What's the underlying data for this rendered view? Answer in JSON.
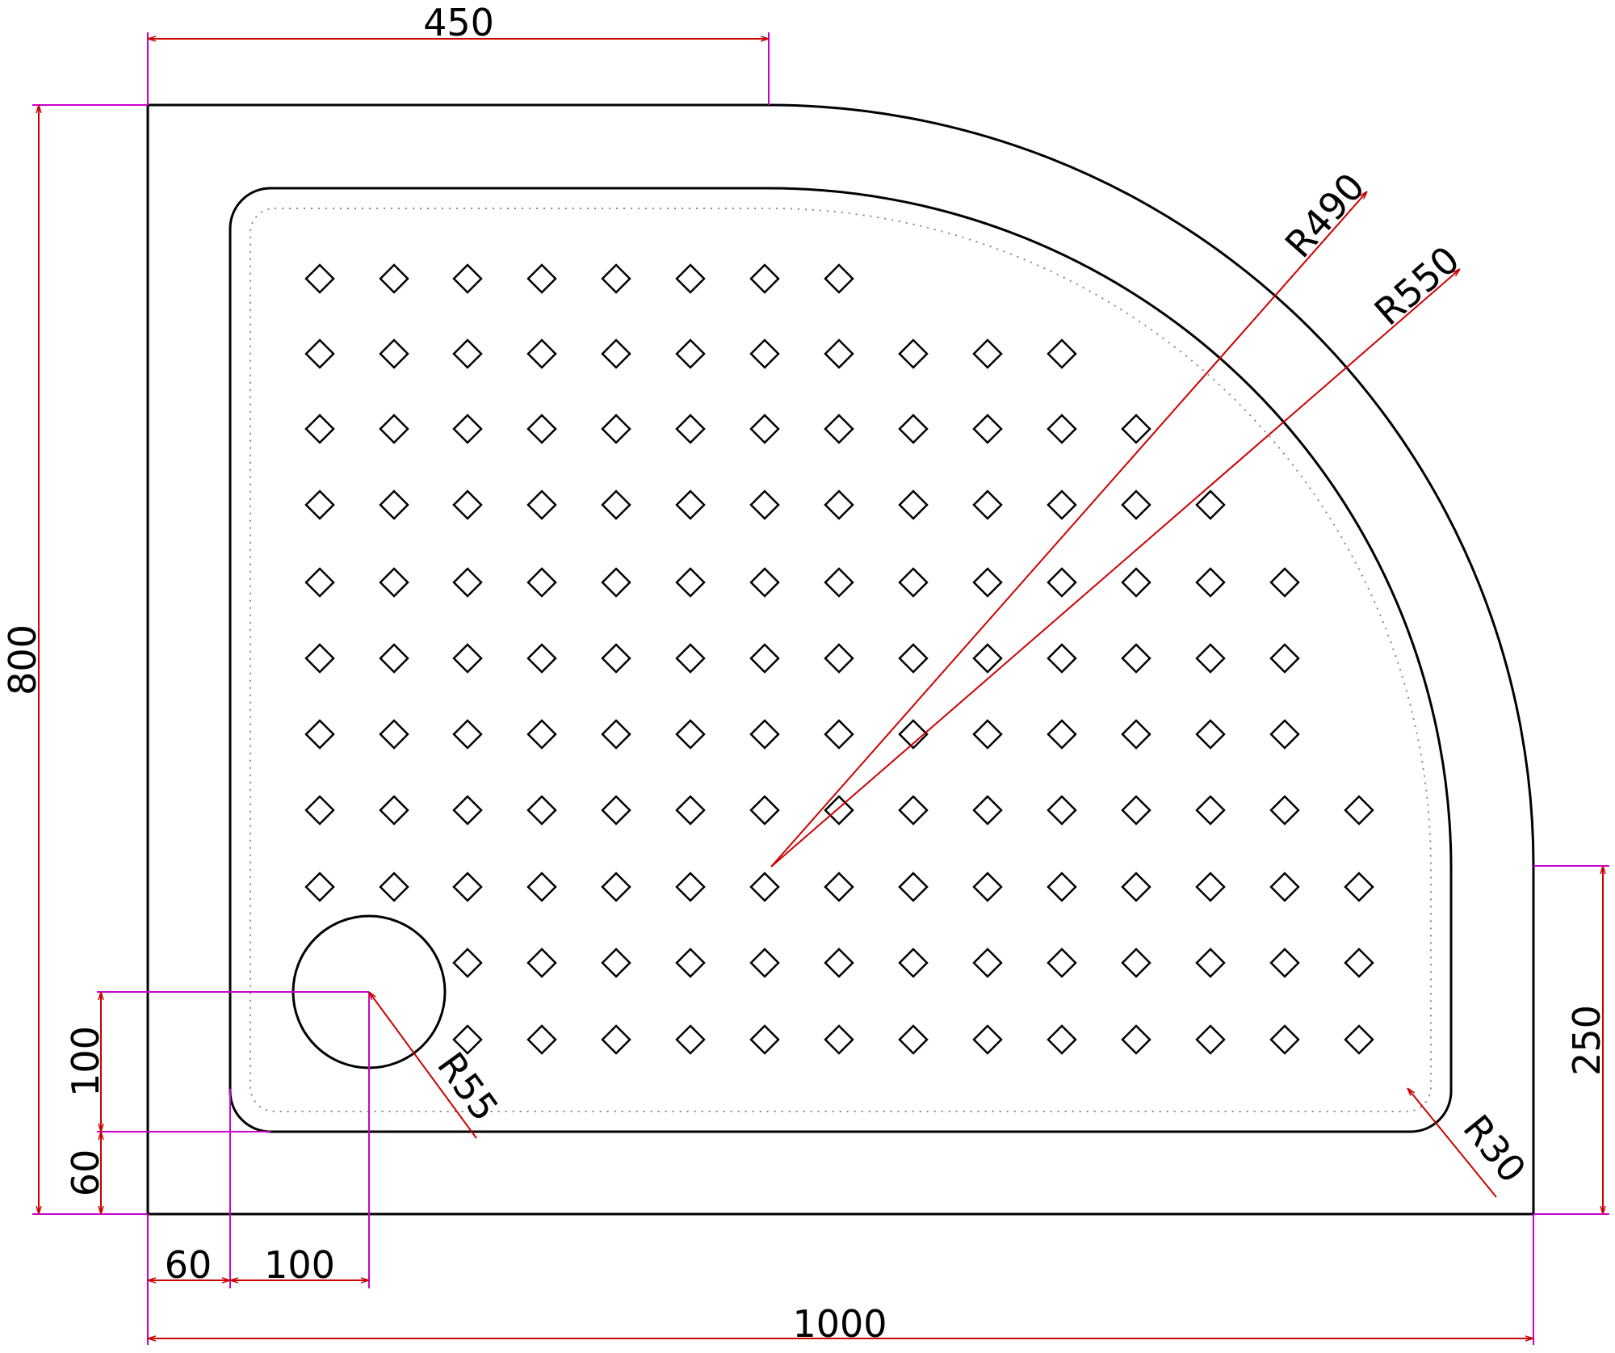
{
  "colors": {
    "outline": "#000000",
    "dimension": "#cc0000",
    "extension": "#cc00cc",
    "dotted": "#888888"
  },
  "dimensions": {
    "top_width": "450",
    "overall_height": "800",
    "overall_width": "1000",
    "right_height": "250",
    "left_lower_100": "100",
    "left_lower_60": "60",
    "bottom_60": "60",
    "bottom_100": "100"
  },
  "radii": {
    "r490": "R490",
    "r550": "R550",
    "r55": "R55",
    "r30": "R30"
  },
  "elements": {
    "tray_shape": "quadrant-tray",
    "drain": "circular-waste",
    "pattern": "diamond-anti-slip"
  }
}
